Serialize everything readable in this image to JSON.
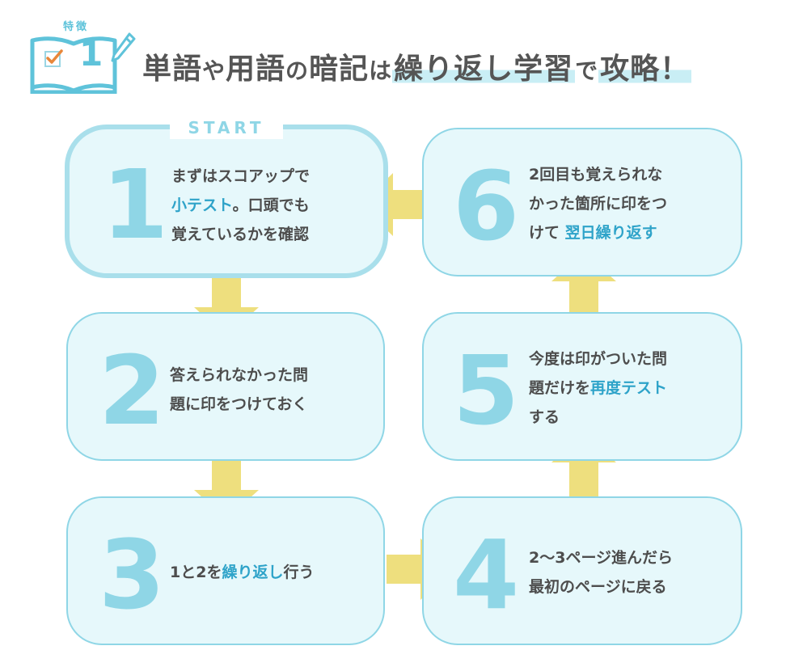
{
  "header": {
    "feature_label": "特徴",
    "feature_number": "1",
    "title_parts": [
      "単語",
      "や",
      "用語",
      "の",
      "暗記",
      "は",
      "繰り返し学習",
      "で",
      "攻略！"
    ]
  },
  "start_label": "START",
  "steps": [
    {
      "num": "1",
      "lines": [
        [
          "まずはスコアップで"
        ],
        [
          "",
          "小テスト",
          "。口頭でも"
        ],
        [
          "覚えているかを確認"
        ]
      ]
    },
    {
      "num": "2",
      "lines": [
        [
          "答えられなかった問"
        ],
        [
          "題に印をつけておく"
        ]
      ]
    },
    {
      "num": "3",
      "lines": [
        [
          "1と2を",
          "繰り返し",
          "行う"
        ]
      ]
    },
    {
      "num": "4",
      "lines": [
        [
          "2〜3ページ進んだら"
        ],
        [
          "最初のページに戻る"
        ]
      ]
    },
    {
      "num": "5",
      "lines": [
        [
          "今度は印がついた問"
        ],
        [
          "題だけを",
          "再度テスト"
        ],
        [
          "する"
        ]
      ]
    },
    {
      "num": "6",
      "lines": [
        [
          "2回目も覚えられな"
        ],
        [
          "かった箇所に印をつ"
        ],
        [
          "けて ",
          "翌日繰り返す"
        ]
      ]
    }
  ],
  "colors": {
    "accent": "#8fd6e6",
    "highlight_text": "#2ea3c9",
    "box_fill": "#e6f8fb",
    "arrow": "#eedf7e"
  }
}
